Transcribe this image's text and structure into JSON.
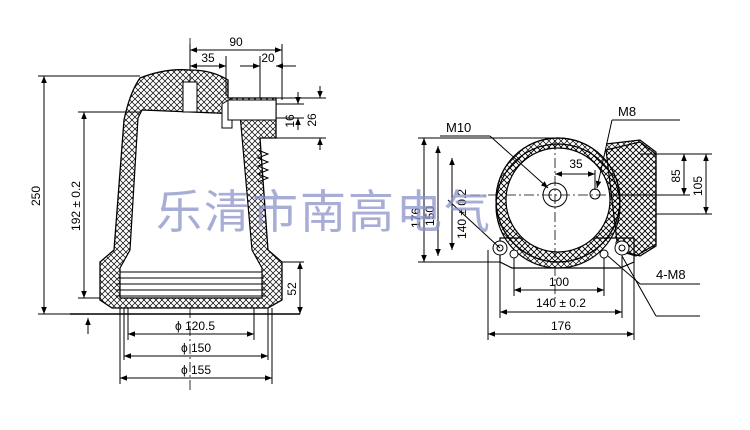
{
  "watermark": "乐清市南高电气",
  "side_view": {
    "dims": {
      "top_90": "90",
      "top_35": "35",
      "top_20": "20",
      "right_16": "16",
      "right_26": "26",
      "height_250": "250",
      "height_192": "192 ± 0.2",
      "height_52": "52",
      "dia_120": "ϕ 120.5",
      "dia_150": "ϕ 150",
      "dia_155": "ϕ 155"
    }
  },
  "top_view": {
    "labels": {
      "m10": "M10",
      "m8": "M8",
      "four_m8": "4-M8"
    },
    "dims": {
      "d35": "35",
      "d85": "85",
      "d105": "105",
      "d176_v": "176",
      "d150_v": "150",
      "d140_v": "140 ± 0.2",
      "d100": "100",
      "d140_h": "140 ± 0.2",
      "d176_h": "176"
    }
  },
  "colors": {
    "line": "#000000",
    "watermark": "#8a92c8"
  }
}
